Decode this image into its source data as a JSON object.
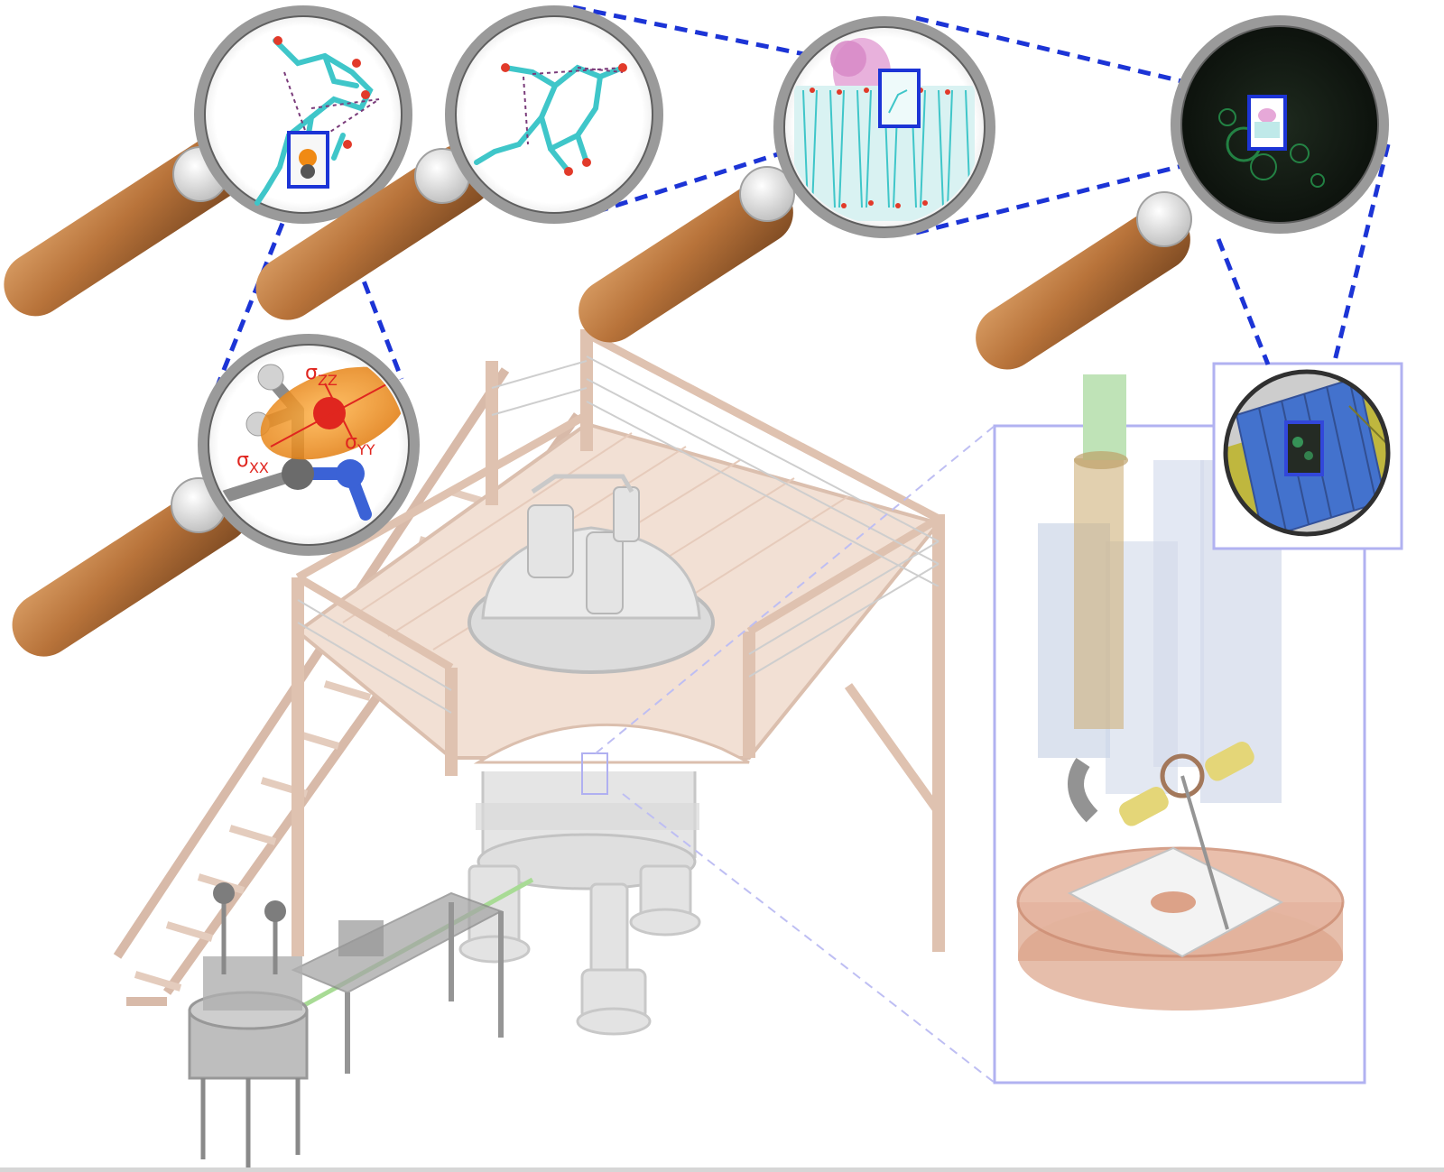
{
  "figure": {
    "tensor_labels": {
      "zz": "σ_ZZ",
      "xx": "σ_XX",
      "yy": "σ_YY"
    },
    "colors": {
      "zoom_line": "#1c34d6",
      "handle": "#b8733a",
      "lens_rim": "#9a9a9a",
      "platform": "#e7c9b8",
      "probe_base": "#d9987c",
      "fluorescence": "#2fd46a",
      "molecule": "#3fc6c9",
      "tensor_ellipsoid": "#f08a14"
    },
    "icons": [
      "magnifier-icon",
      "molecule-icon",
      "membrane-icon",
      "cell-image-icon",
      "magnet-icon",
      "probe-icon",
      "laser-beam-icon",
      "staircase-icon"
    ]
  }
}
